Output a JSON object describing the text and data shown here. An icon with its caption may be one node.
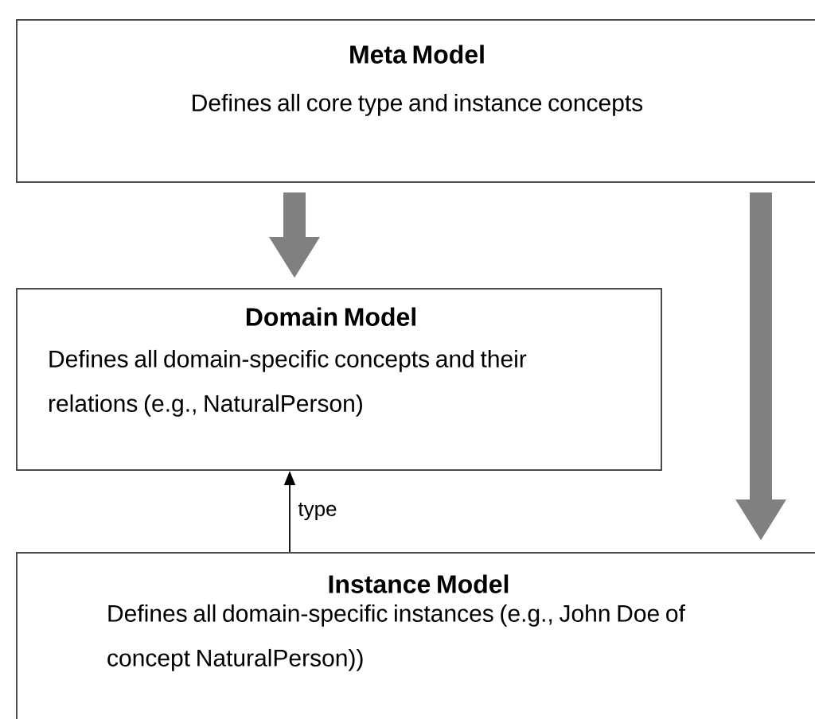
{
  "diagram": {
    "nodes": [
      {
        "text": [
          "Meta Model",
          "Defines all core type and instance concepts"
        ]
      },
      {
        "text": [
          "Domain Model",
          "Defines all domain-specific concepts and their relations (e.g., NaturalPerson)"
        ]
      },
      {
        "text": [
          "Instance Model",
          "Defines all domain-specific instances (e.g., John Doe of concept NaturalPerson))"
        ]
      }
    ],
    "edges": [
      {
        "from": 0,
        "to": 1,
        "arrow": "to"
      },
      {
        "from": 0,
        "to": 2,
        "arrow": "to"
      },
      {
        "from": 2,
        "to": 1,
        "arrow": "to",
        "label": "type",
        "color": "#000000"
      }
    ]
  }
}
